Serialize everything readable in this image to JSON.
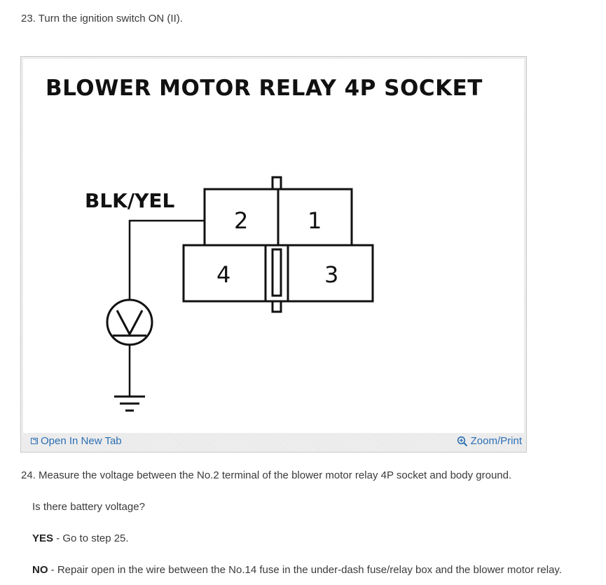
{
  "steps": {
    "step23": "23. Turn the ignition switch ON (II).",
    "step24": "24. Measure the voltage between the No.2 terminal of the blower motor relay 4P socket and body ground.",
    "question": "Is there battery voltage?",
    "yes_label": "YES",
    "yes_text": " - Go to step 25.",
    "no_label": "NO",
    "no_text": " - Repair open in the wire between the No.14 fuse in the under-dash fuse/relay box and the blower motor relay."
  },
  "figure": {
    "title": "BLOWER MOTOR RELAY 4P SOCKET",
    "wire_label": "BLK/YEL",
    "pins": [
      "2",
      "1",
      "4",
      "3"
    ],
    "open_new_tab": "Open In New Tab",
    "zoom_print": "Zoom/Print",
    "link_color": "#2c6fb4"
  }
}
